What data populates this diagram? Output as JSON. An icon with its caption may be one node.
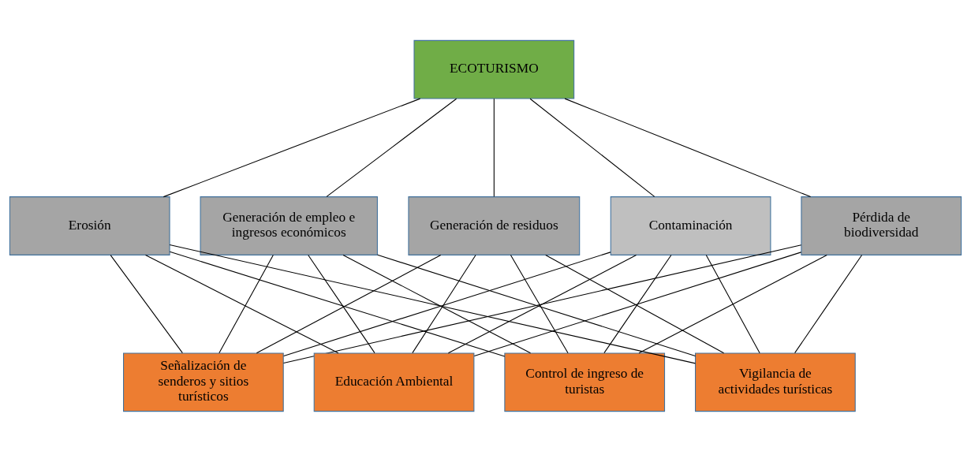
{
  "diagram": {
    "nodes": [
      {
        "text": [
          "ECOTURISMO"
        ]
      },
      {
        "text": [
          "Pérdida de biodiversidad"
        ]
      },
      {
        "text": [
          "Erosión"
        ]
      },
      {
        "text": [
          "Generación de empleo e ingresos económicos"
        ]
      },
      {
        "text": [
          "Generación de residuos"
        ]
      },
      {
        "text": [
          "Contaminación"
        ]
      },
      {
        "text": [
          "Control de ingreso de turistas"
        ]
      },
      {
        "text": [
          "Vigilancia de actividades turísticas"
        ]
      },
      {
        "text": [
          "Señalización de senderos y sitios turísticos"
        ]
      },
      {
        "text": [
          "Educación Ambiental"
        ]
      }
    ],
    "edges": [
      {
        "from": 0,
        "to": 1,
        "arrow": "none"
      },
      {
        "from": 0,
        "to": 2,
        "arrow": "none"
      },
      {
        "from": 0,
        "to": 3,
        "arrow": "none"
      },
      {
        "from": 0,
        "to": 4,
        "arrow": "none"
      },
      {
        "from": 0,
        "to": 5,
        "arrow": "none"
      },
      {
        "from": 1,
        "to": 6,
        "arrow": "none"
      },
      {
        "from": 1,
        "to": 7,
        "arrow": "none"
      },
      {
        "from": 1,
        "to": 8,
        "arrow": "none"
      },
      {
        "from": 1,
        "to": 9,
        "arrow": "none"
      },
      {
        "from": 2,
        "to": 6,
        "arrow": "none"
      },
      {
        "from": 2,
        "to": 7,
        "arrow": "none"
      },
      {
        "from": 2,
        "to": 8,
        "arrow": "none"
      },
      {
        "from": 2,
        "to": 9,
        "arrow": "none"
      },
      {
        "from": 3,
        "to": 6,
        "arrow": "none"
      },
      {
        "from": 3,
        "to": 7,
        "arrow": "none"
      },
      {
        "from": 3,
        "to": 8,
        "arrow": "none"
      },
      {
        "from": 3,
        "to": 9,
        "arrow": "none"
      },
      {
        "from": 4,
        "to": 6,
        "arrow": "none"
      },
      {
        "from": 4,
        "to": 7,
        "arrow": "none"
      },
      {
        "from": 4,
        "to": 8,
        "arrow": "none"
      },
      {
        "from": 4,
        "to": 9,
        "arrow": "none"
      },
      {
        "from": 5,
        "to": 6,
        "arrow": "none"
      },
      {
        "from": 5,
        "to": 7,
        "arrow": "none"
      },
      {
        "from": 5,
        "to": 8,
        "arrow": "none"
      },
      {
        "from": 5,
        "to": 9,
        "arrow": "none"
      }
    ]
  }
}
